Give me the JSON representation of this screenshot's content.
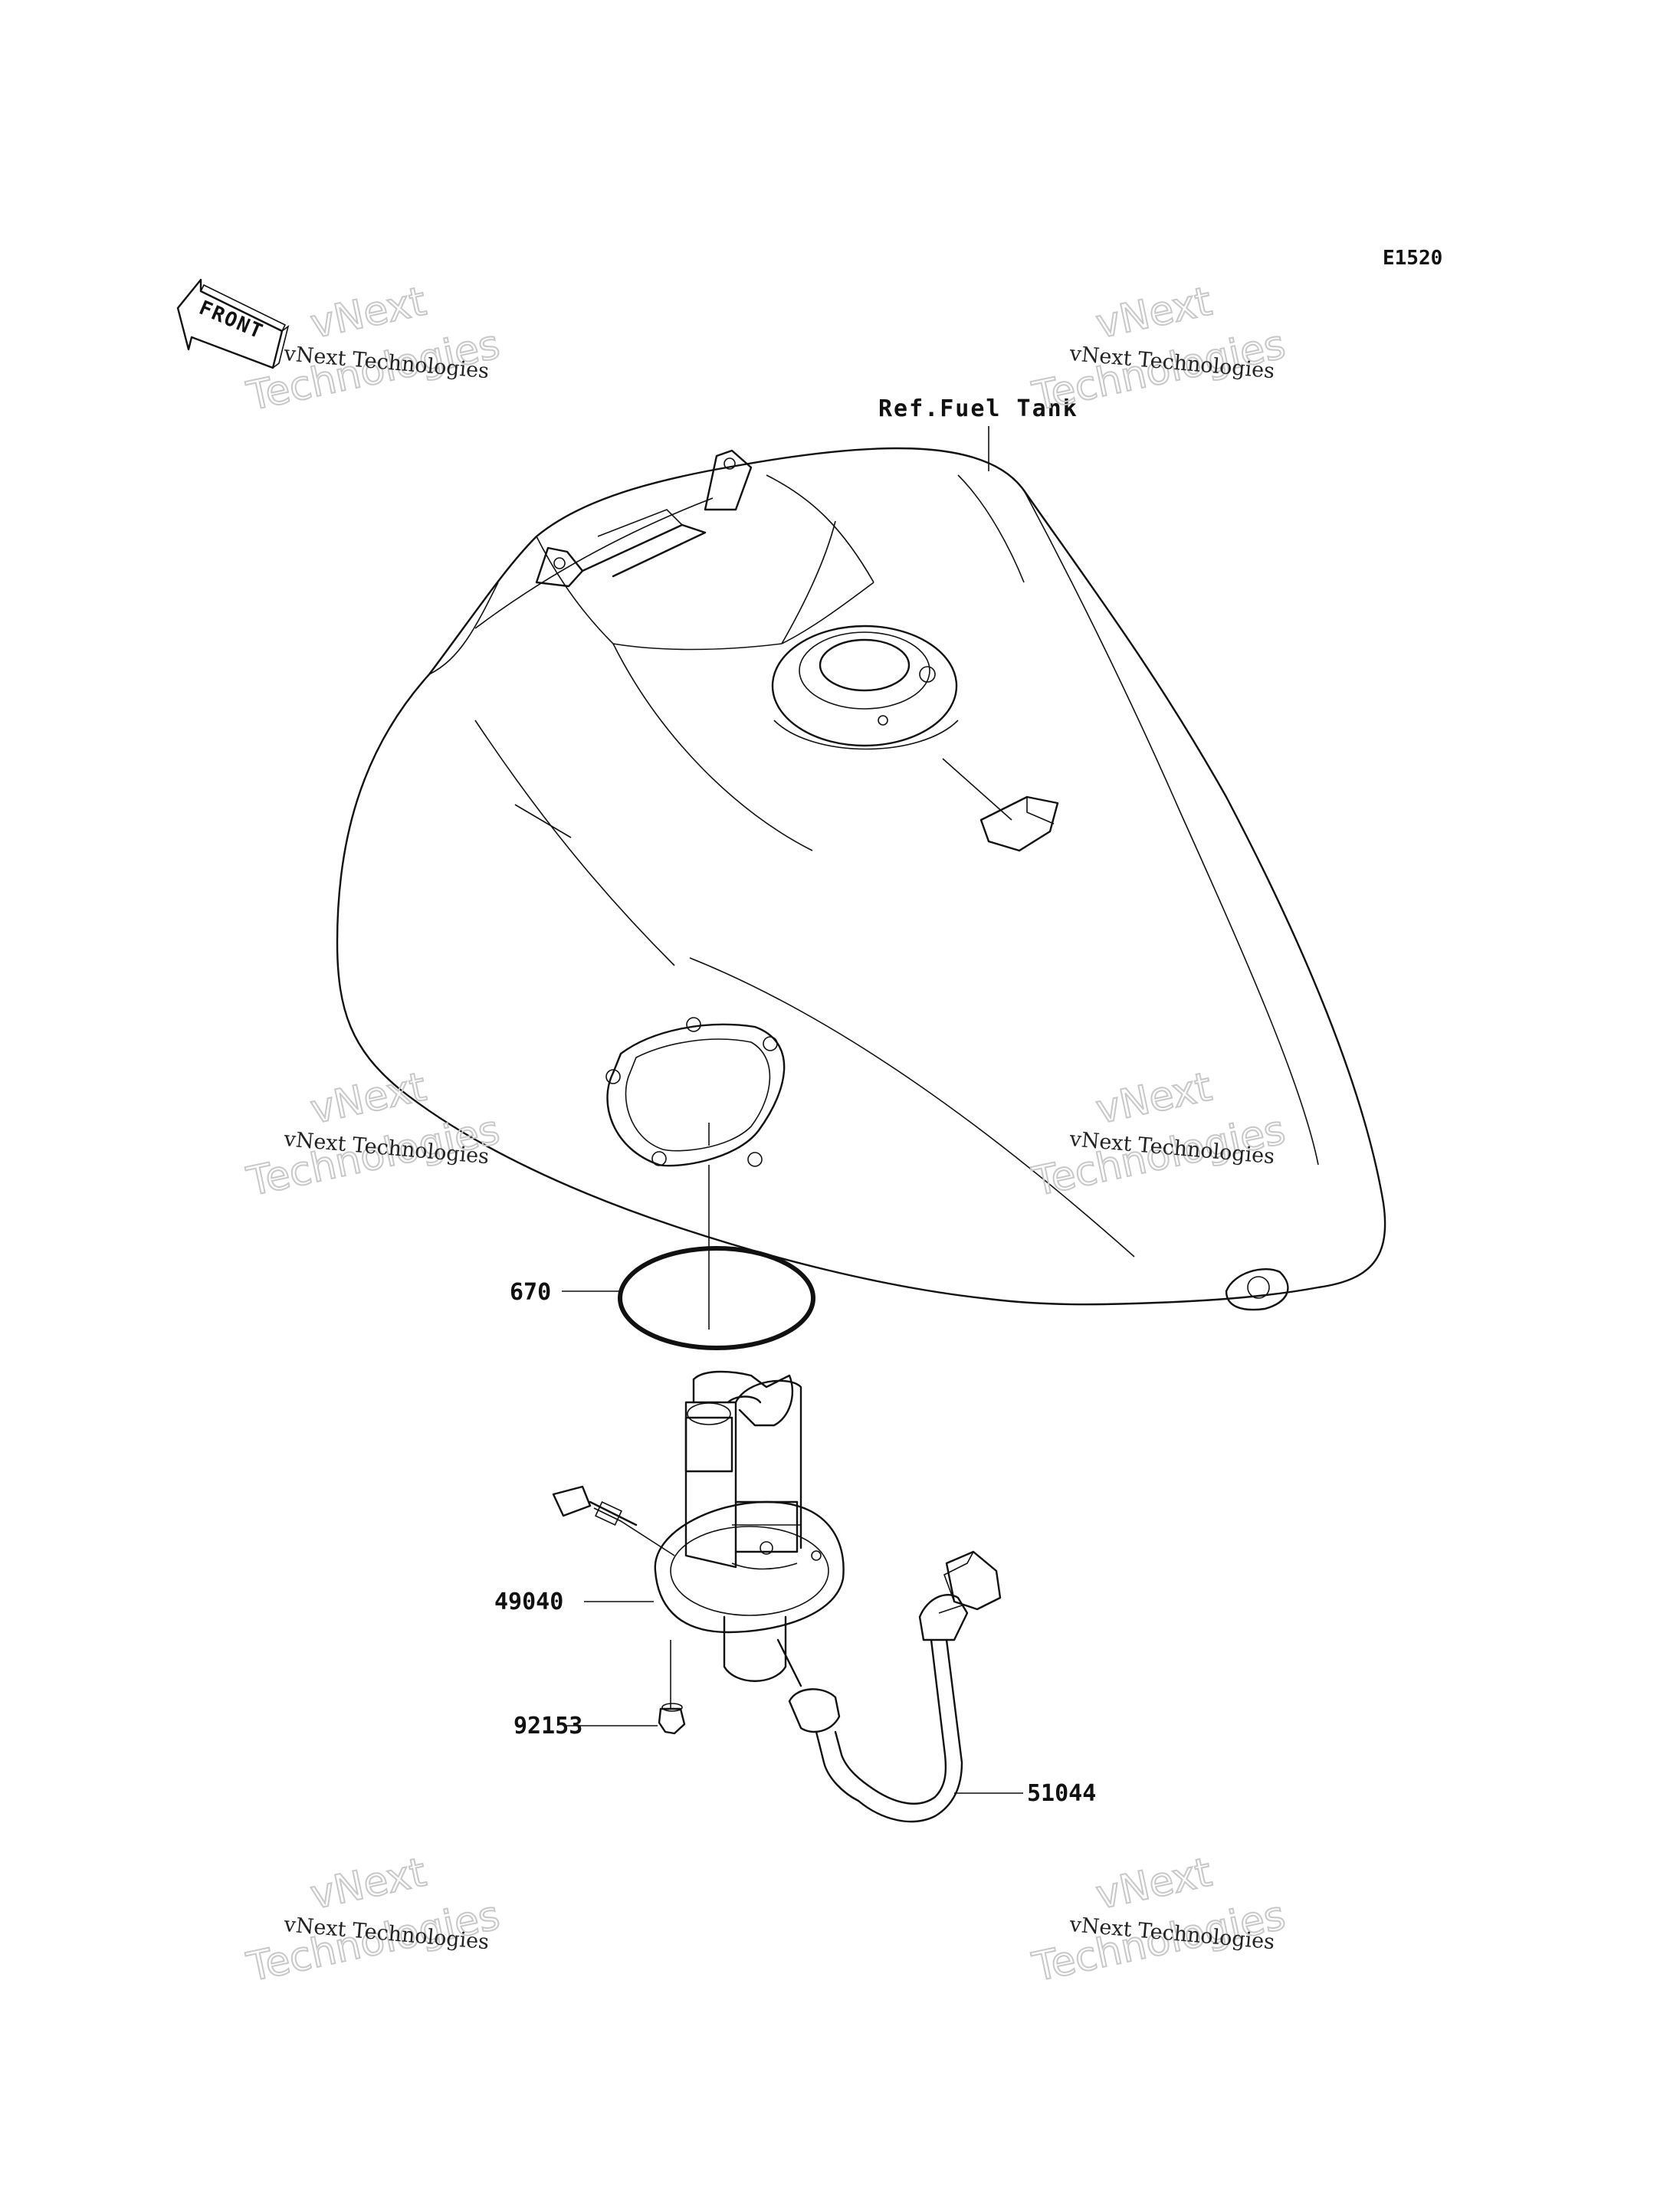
{
  "diagram_code": "E1520",
  "direction_label": "FRONT",
  "reference_label": "Ref.Fuel Tank",
  "watermark": {
    "line1": "vNext Technologies",
    "line2_top": "vNext",
    "line2_bottom": "Technologies"
  },
  "parts": [
    {
      "number": "670"
    },
    {
      "number": "49040"
    },
    {
      "number": "92153"
    },
    {
      "number": "51044"
    }
  ]
}
